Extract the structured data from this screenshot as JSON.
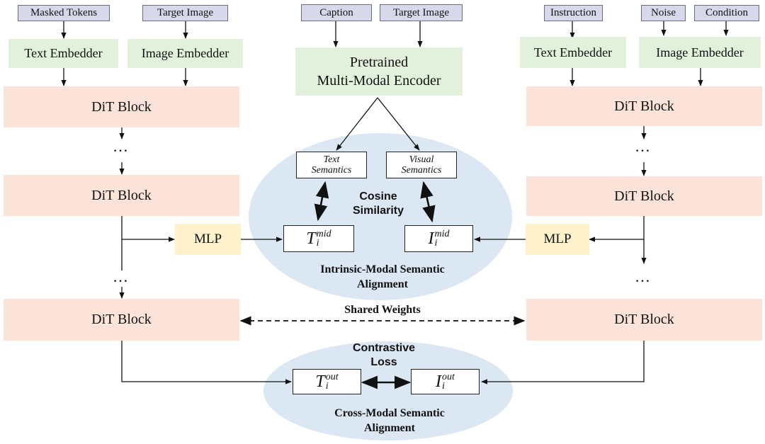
{
  "left_branch": {
    "inputs": [
      "Masked Tokens",
      "Target Image"
    ],
    "embedders": [
      "Text Embedder",
      "Image Embedder"
    ],
    "blocks": [
      "DiT Block",
      "DiT Block",
      "DiT Block"
    ],
    "mlp": "MLP",
    "ellipsis": "…"
  },
  "center": {
    "inputs": [
      "Caption",
      "Target Image"
    ],
    "encoder": [
      "Pretrained",
      "Multi-Modal Encoder"
    ],
    "text_semantics": [
      "Text",
      "Semantics"
    ],
    "visual_semantics": [
      "Visual",
      "Semantics"
    ],
    "cosine": [
      "Cosine",
      "Similarity"
    ],
    "intrinsic": [
      "Intrinsic-Modal Semantic",
      "Alignment"
    ],
    "shared_weights": "Shared Weights",
    "contrastive": [
      "Contrastive",
      "Loss"
    ],
    "cross": [
      "Cross-Modal Semantic",
      "Alignment"
    ]
  },
  "features": {
    "t_mid": {
      "base": "T",
      "sub": "i",
      "sup": "mid"
    },
    "i_mid": {
      "base": "I",
      "sub": "i",
      "sup": "mid"
    },
    "t_out": {
      "base": "T",
      "sub": "i",
      "sup": "out"
    },
    "i_out": {
      "base": "I",
      "sub": "i",
      "sup": "out"
    }
  },
  "right_branch": {
    "inputs": [
      "Instruction",
      "Noise",
      "Condition"
    ],
    "embedders": [
      "Text Embedder",
      "Image Embedder"
    ],
    "blocks": [
      "DiT Block",
      "DiT Block",
      "DiT Block"
    ],
    "mlp": "MLP",
    "ellipsis": "…"
  },
  "colors": {
    "input_fill": "#d7d9ea",
    "embedder_fill": "#e2f1dc",
    "dit_fill": "#fbe3d9",
    "mlp_fill": "#fdf2cc",
    "ellipse_fill": "#dbe7f3"
  }
}
